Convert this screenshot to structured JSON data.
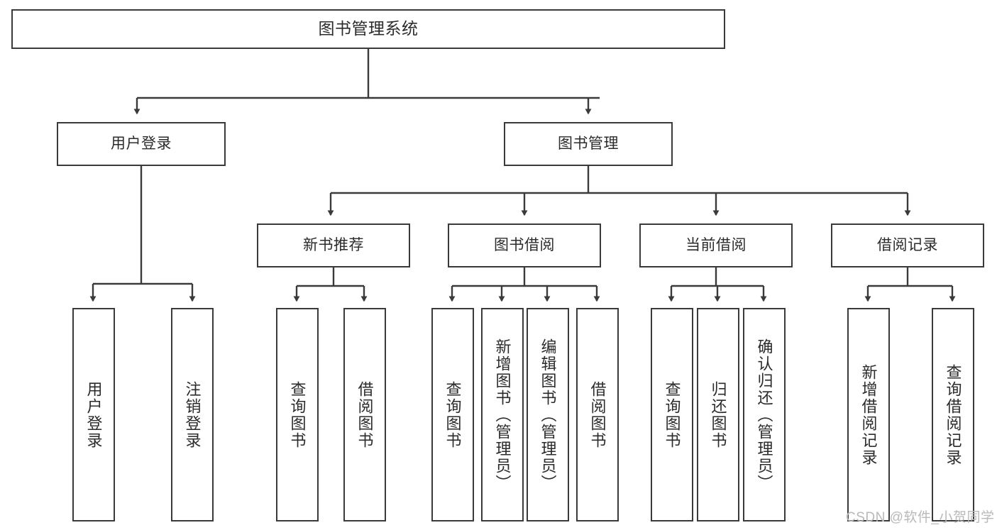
{
  "diagram": {
    "title": "图书管理系统",
    "type": "tree-hierarchy-chart",
    "line_color": "#3a3a3a",
    "box_fill": "#ffffff",
    "text_color": "#2b2b2b"
  },
  "root": {
    "label": "图书管理系统"
  },
  "level2": [
    {
      "label": "用户登录"
    },
    {
      "label": "图书管理"
    }
  ],
  "level3": [
    {
      "label": "新书推荐"
    },
    {
      "label": "图书借阅"
    },
    {
      "label": "当前借阅"
    },
    {
      "label": "借阅记录"
    }
  ],
  "leaves": {
    "user_login": [
      {
        "label": "用户登录"
      },
      {
        "label": "注销登录"
      }
    ],
    "new_book_recommend": [
      {
        "label": "查询图书"
      },
      {
        "label": "借阅图书"
      }
    ],
    "book_borrow": [
      {
        "label": "查询图书"
      },
      {
        "label": "新增图书（管理员）"
      },
      {
        "label": "编辑图书（管理员）"
      },
      {
        "label": "借阅图书"
      }
    ],
    "current_borrow": [
      {
        "label": "查询图书"
      },
      {
        "label": "归还图书"
      },
      {
        "label": "确认归还（管理员）"
      }
    ],
    "borrow_record": [
      {
        "label": "新增借阅记录"
      },
      {
        "label": "查询借阅记录"
      }
    ]
  },
  "watermark": {
    "text": "CSDN @软件_小贺同学",
    "color": "#b9b9b9"
  }
}
